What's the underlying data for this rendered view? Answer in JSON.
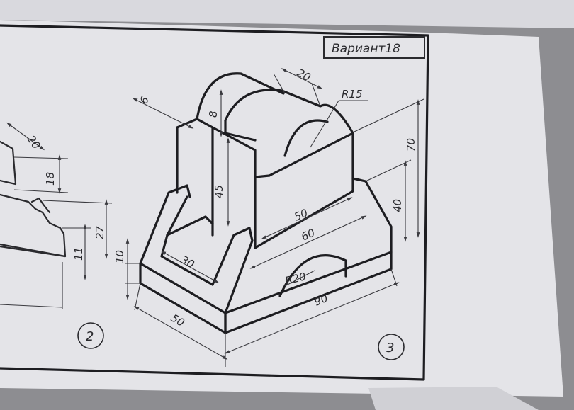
{
  "sheet": {
    "variant_label": "Вариант18",
    "figure_number_left": "2",
    "figure_number_right": "3"
  },
  "dimensions": {
    "d20_top": "20",
    "r15": "R15",
    "d6": "6",
    "d8": "8",
    "d45": "45",
    "d70": "70",
    "d40": "40",
    "d50_inner": "50",
    "d60": "60",
    "d30": "30",
    "d10": "10",
    "r20": "R20",
    "d90": "90",
    "d50_front": "50"
  },
  "left_fragment": {
    "d20": "20",
    "d18": "18",
    "d27": "27",
    "d11": "11"
  }
}
